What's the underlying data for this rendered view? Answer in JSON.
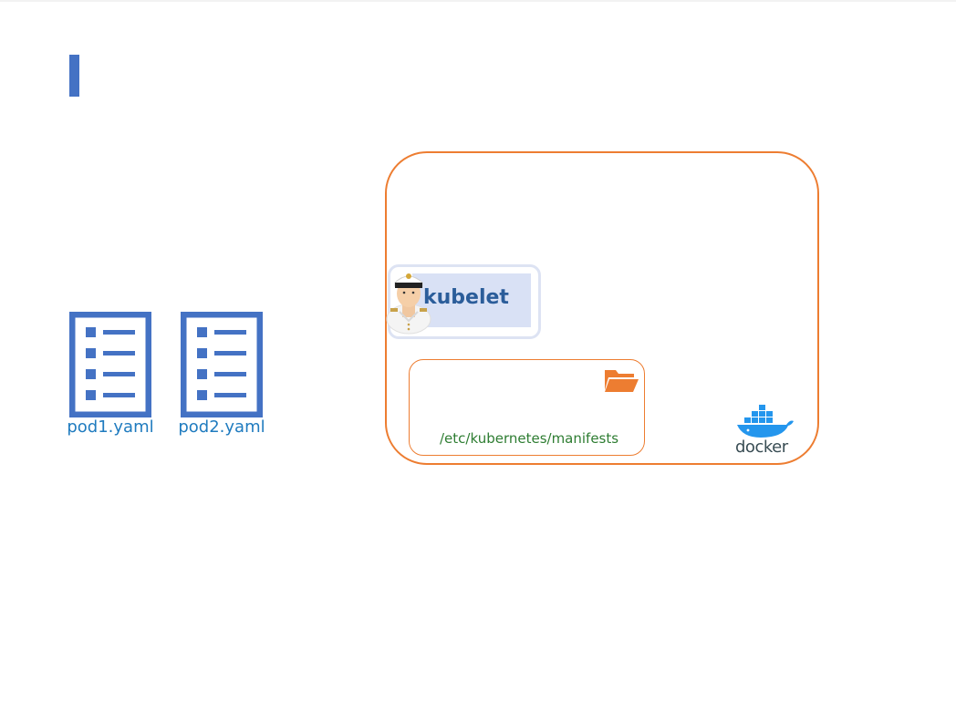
{
  "slide": {
    "accent_color": "#4472c4"
  },
  "files": [
    {
      "label": "pod1.yaml",
      "icon": "document-list-icon"
    },
    {
      "label": "pod2.yaml",
      "icon": "document-list-icon"
    }
  ],
  "node": {
    "border_color": "#ed7d31",
    "kubelet": {
      "label": "kubelet",
      "icon": "captain-icon"
    },
    "manifests": {
      "path": "/etc/kubernetes/manifests",
      "icon": "folder-open-icon"
    },
    "runtime": {
      "label": "docker",
      "icon": "docker-whale-icon"
    }
  }
}
